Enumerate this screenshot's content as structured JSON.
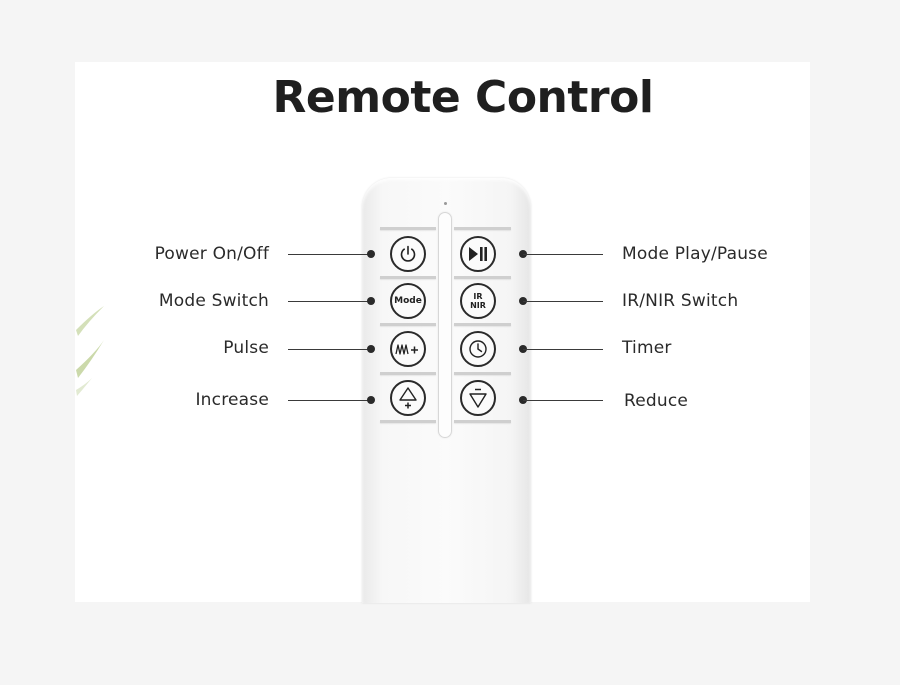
{
  "title": "Remote Control",
  "buttons": [
    {
      "id": "power",
      "label": "Power On/Off",
      "side": "left",
      "icon": "power-icon"
    },
    {
      "id": "play-pause",
      "label": "Mode Play/Pause",
      "side": "right",
      "icon": "play-pause-icon"
    },
    {
      "id": "mode",
      "label": "Mode Switch",
      "side": "left",
      "icon": "mode-icon",
      "button_text": "Mode"
    },
    {
      "id": "ir-nir",
      "label": "IR/NIR Switch",
      "side": "right",
      "icon": "ir-nir-icon",
      "button_text_line1": "IR",
      "button_text_line2": "NIR"
    },
    {
      "id": "pulse",
      "label": "Pulse",
      "side": "left",
      "icon": "pulse-icon"
    },
    {
      "id": "timer",
      "label": "Timer",
      "side": "right",
      "icon": "clock-icon"
    },
    {
      "id": "increase",
      "label": "Increase",
      "side": "left",
      "icon": "increase-icon"
    },
    {
      "id": "reduce",
      "label": "Reduce",
      "side": "right",
      "icon": "reduce-icon"
    }
  ],
  "colors": {
    "background": "#f5f5f5",
    "panel": "#ffffff",
    "text": "#2a2a2a",
    "title": "#1f1f1f",
    "remote_body": "#f7f7f7"
  }
}
